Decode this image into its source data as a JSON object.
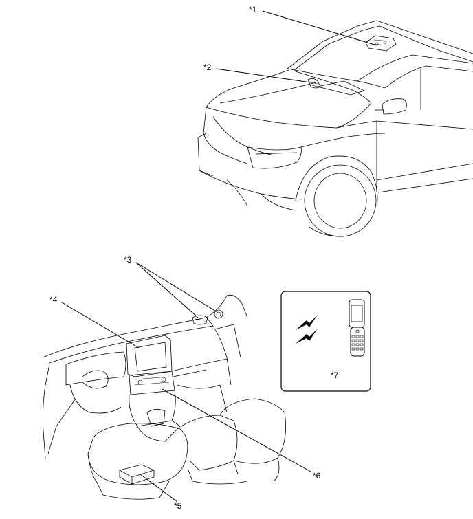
{
  "callouts": {
    "c1": "*1",
    "c2": "*2",
    "c3": "*3",
    "c4": "*4",
    "c5": "*5",
    "c6": "*6",
    "c7": "*7"
  },
  "icons": {
    "radio_waves": "lightning-bolt-icon",
    "phone": "flip-phone-icon"
  },
  "colors": {
    "line": "#000000",
    "background": "#ffffff"
  }
}
